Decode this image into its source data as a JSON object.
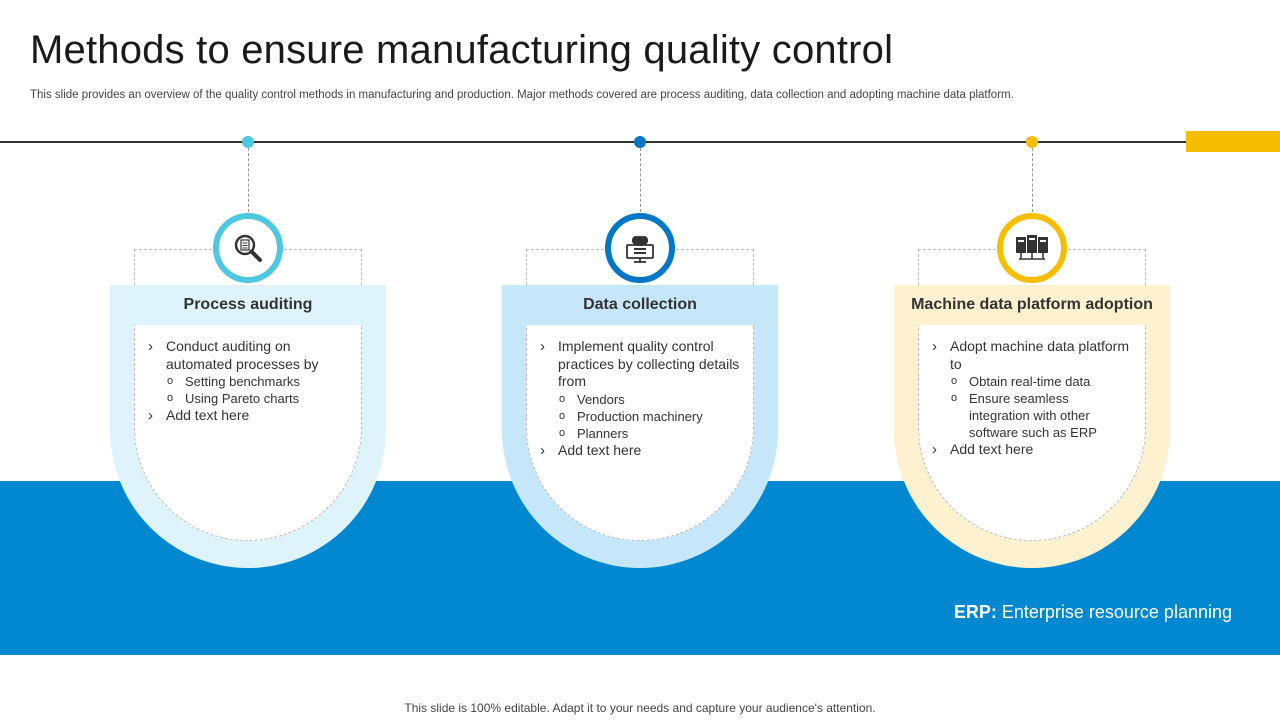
{
  "title": "Methods to ensure manufacturing quality control",
  "subtitle": "This slide provides an overview of the quality control methods in manufacturing and production. Major methods covered are process auditing, data collection and adopting machine data platform.",
  "colors": {
    "teal": "#4DC8E0",
    "blue": "#0277C5",
    "yellow": "#F5BF00",
    "band": "#0288D1",
    "teal_light": "#DFF4FA",
    "blue_light": "#C6E6FA",
    "yellow_light": "#FDF1CF"
  },
  "cards": [
    {
      "heading": "Process auditing",
      "icon": "magnifier-document-icon",
      "items": [
        {
          "text": "Conduct auditing on automated processes by",
          "subs": [
            "Setting benchmarks",
            "Using Pareto charts"
          ]
        },
        {
          "text": "Add text here",
          "subs": []
        }
      ]
    },
    {
      "heading": "Data collection",
      "icon": "cloud-monitor-icon",
      "items": [
        {
          "text": "Implement quality control practices by collecting details from",
          "subs": [
            "Vendors",
            "Production machinery",
            "Planners"
          ]
        },
        {
          "text": "Add text here",
          "subs": []
        }
      ]
    },
    {
      "heading": "Machine data platform adoption",
      "icon": "server-network-icon",
      "items": [
        {
          "text": "Adopt machine data platform to",
          "subs": [
            "Obtain real-time data",
            "Ensure seamless integration with other software such as ERP"
          ]
        },
        {
          "text": "Add text here",
          "subs": []
        }
      ]
    }
  ],
  "erp": {
    "abbr": "ERP:",
    "definition": "Enterprise resource planning"
  },
  "footer": "This slide is 100% editable. Adapt it to your needs and capture your audience's attention."
}
